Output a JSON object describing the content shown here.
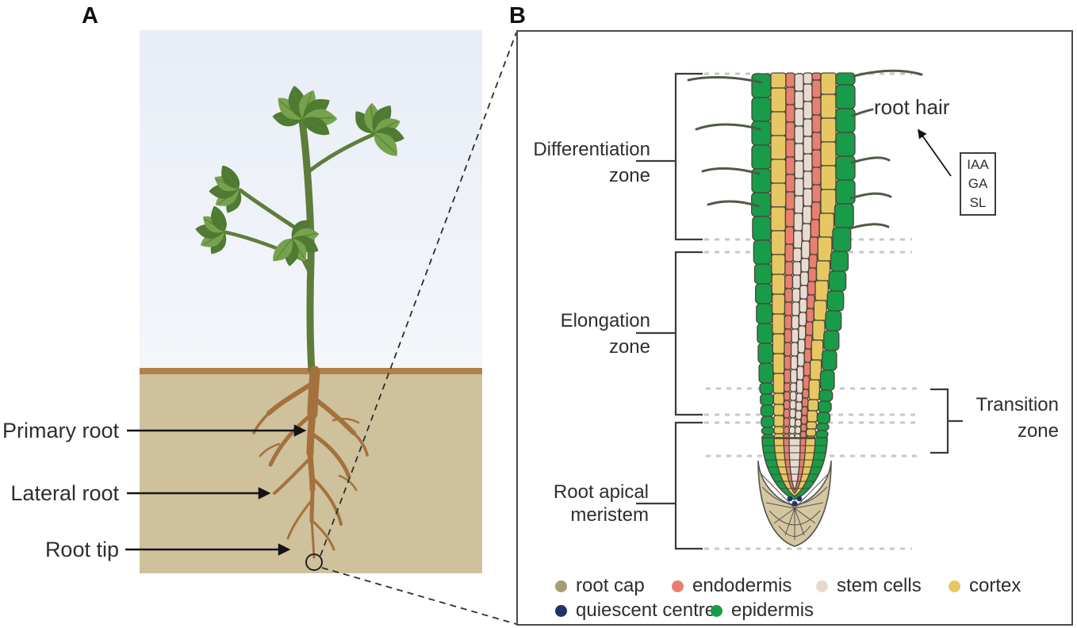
{
  "figure": {
    "panel_a_label": "A",
    "panel_b_label": "B"
  },
  "panel_a": {
    "annotations": [
      {
        "label": "Primary root"
      },
      {
        "label": "Lateral root"
      },
      {
        "label": "Root tip"
      }
    ]
  },
  "panel_b": {
    "zones": [
      {
        "line1": "Differentiation",
        "line2": "zone"
      },
      {
        "line1": "Elongation",
        "line2": "zone"
      },
      {
        "line1": "Transition",
        "line2": "zone"
      },
      {
        "line1": "Root apical",
        "line2": "meristem"
      }
    ],
    "root_hair_label": "root hair",
    "hormone_box": {
      "lines": [
        "IAA",
        "GA",
        "SL"
      ]
    },
    "legend": [
      {
        "key": "root_cap",
        "label": "root cap"
      },
      {
        "key": "endodermis",
        "label": "endodermis"
      },
      {
        "key": "stem_cells",
        "label": "stem cells"
      },
      {
        "key": "cortex",
        "label": "cortex"
      },
      {
        "key": "quiescent_centre",
        "label": "quiescent centre"
      },
      {
        "key": "epidermis",
        "label": "epidermis"
      }
    ]
  },
  "colors": {
    "epidermis": "#189c49",
    "cortex": "#e6c763",
    "endodermis": "#e87f70",
    "stem_cells": "#e8dad1",
    "root_cap": "#a89c76",
    "root_cap_fill": "#d3c6a1",
    "quiescent_centre": "#20346a",
    "cell_wall": "#4b4638",
    "soil": "#cec19c",
    "soil_surface": "#b28049",
    "sky_top": "#e8edf6",
    "sky_bottom": "#f4f6fa",
    "leaf_dark": "#4e7a31",
    "leaf_light": "#77a24d",
    "stem_green": "#5e7d3a",
    "root_brown": "#a4713c",
    "dash_gray": "#c7c7c7",
    "ink": "#1a1a1a"
  }
}
